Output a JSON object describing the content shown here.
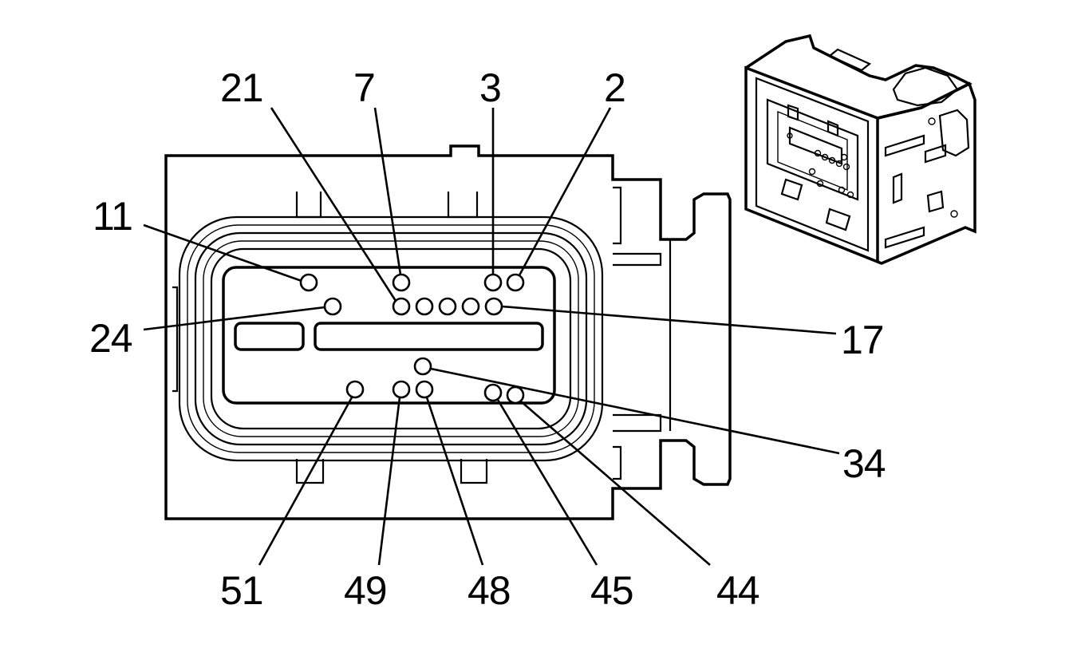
{
  "labels": {
    "p2": "2",
    "p3": "3",
    "p7": "7",
    "p11": "11",
    "p17": "17",
    "p21": "21",
    "p24": "24",
    "p34": "34",
    "p44": "44",
    "p45": "45",
    "p48": "48",
    "p49": "49",
    "p51": "51"
  },
  "colors": {
    "line": "#000000",
    "background": "#ffffff"
  }
}
